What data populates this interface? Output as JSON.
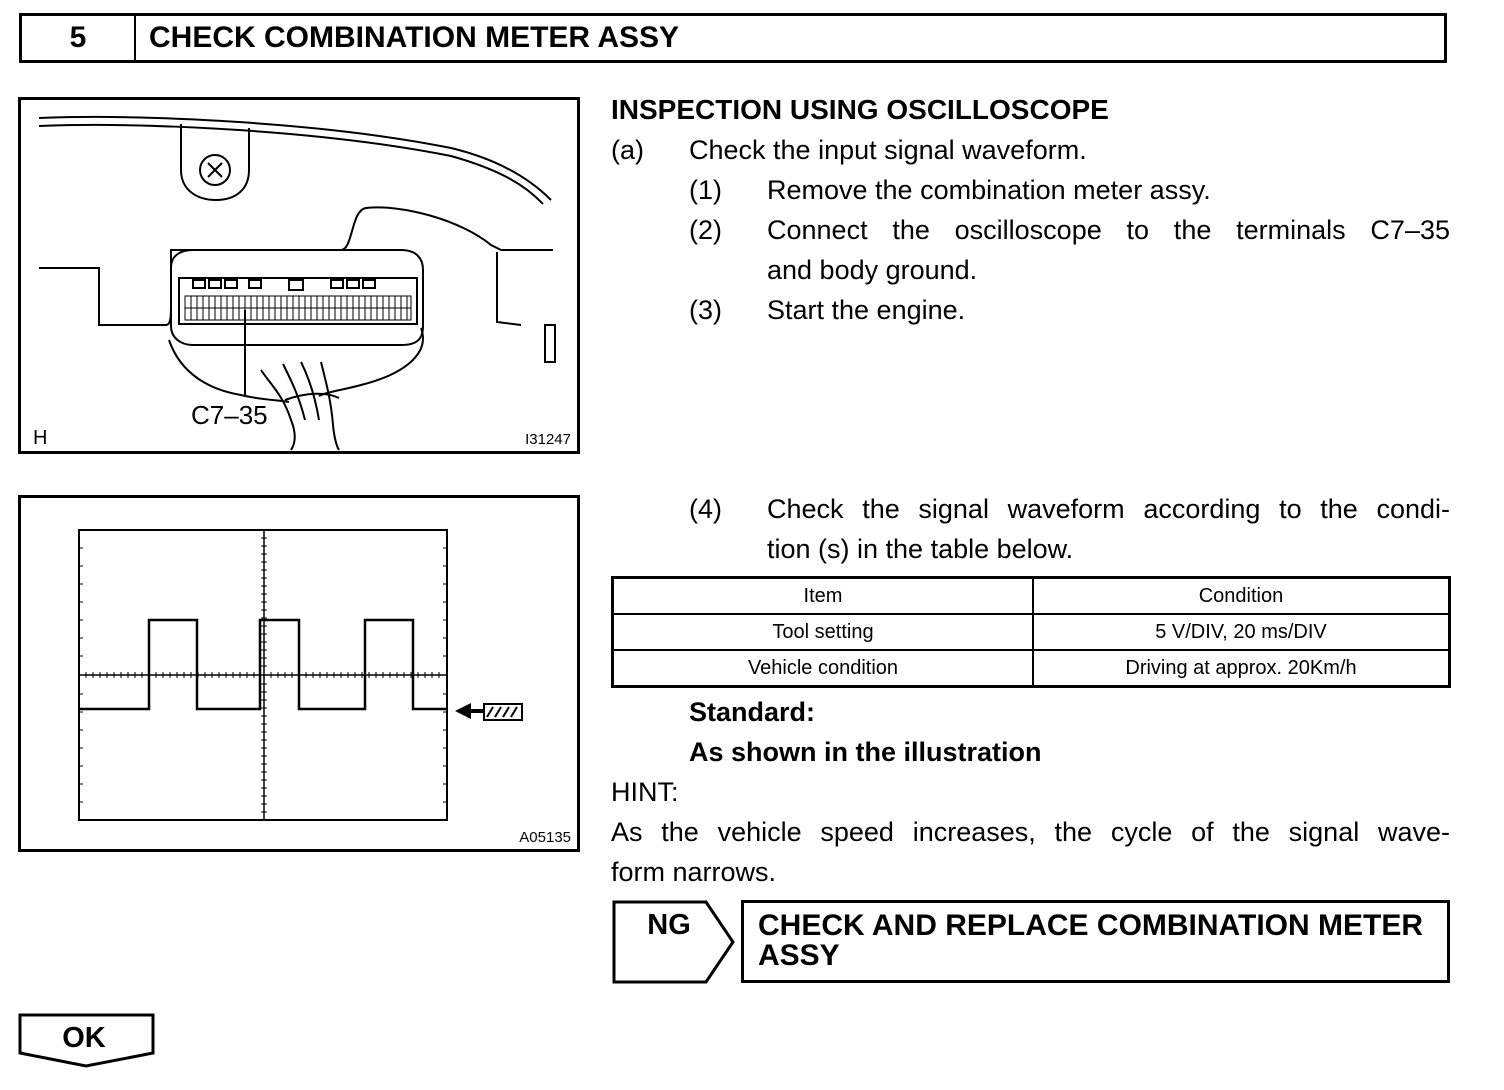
{
  "step": {
    "number": "5",
    "title": "CHECK COMBINATION METER ASSY"
  },
  "figure1": {
    "corner_letter": "H",
    "code": "I31247",
    "terminal_label": "C7–35"
  },
  "figure2": {
    "code": "A05135",
    "ground_symbol_name": "body-ground-icon"
  },
  "inspection": {
    "heading": "INSPECTION USING OSCILLOSCOPE",
    "a_marker": "(a)",
    "a_text": "Check the input signal waveform.",
    "s1_marker": "(1)",
    "s1_text": "Remove the combination meter assy.",
    "s2_marker": "(2)",
    "s2_line1": "Connect the oscilloscope to the terminals C7–35",
    "s2_line2": "and body ground.",
    "s3_marker": "(3)",
    "s3_text": "Start the engine.",
    "s4_marker": "(4)",
    "s4_line1": "Check the signal waveform according to the condi-",
    "s4_line2": "tion (s) in the table below."
  },
  "table": {
    "headers": [
      "Item",
      "Condition"
    ],
    "rows": [
      [
        "Tool setting",
        "5 V/DIV, 20 ms/DIV"
      ],
      [
        "Vehicle condition",
        "Driving at approx. 20Km/h"
      ]
    ]
  },
  "standard": {
    "label": "Standard:",
    "value": "As shown in the illustration"
  },
  "hint": {
    "label": "HINT:",
    "line1": "As the vehicle speed increases, the cycle of the signal wave-",
    "line2": "form narrows."
  },
  "ng": {
    "label": "NG",
    "action_line1": "CHECK AND REPLACE COMBINATION METER",
    "action_line2": "ASSY"
  },
  "ok": {
    "label": "OK"
  }
}
